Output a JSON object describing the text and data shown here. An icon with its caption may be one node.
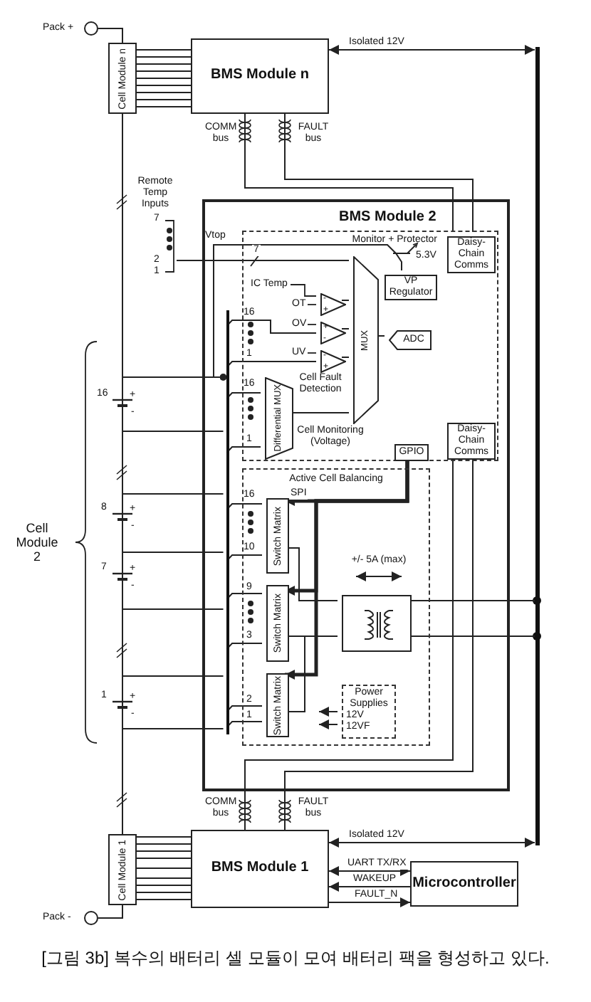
{
  "diagram": {
    "caption": "[그림 3b] 복수의 배터리 셀 모듈이 모여 배터리 팩을 형성하고 있다.",
    "nodes": [
      {
        "text": [],
        "shape": "circle",
        "beside": [
          "Pack +"
        ]
      },
      {
        "text": [
          "Cell Module n"
        ]
      },
      {
        "text": [
          "BMS Module n"
        ]
      },
      {
        "text": [
          "BMS Module 2"
        ]
      },
      {
        "text": [
          "Monitor + Protector"
        ],
        "in": 3
      },
      {
        "text": [
          "Daisy-Chain Comms"
        ],
        "in": 4
      },
      {
        "text": [
          "VP Regulator"
        ],
        "in": 4
      },
      {
        "text": [
          "MUX"
        ],
        "in": 4
      },
      {
        "text": [
          "ADC"
        ],
        "in": 4
      },
      {
        "text": [
          "Differential MUX"
        ],
        "in": 4
      },
      {
        "text": [
          "Daisy-Chain Comms"
        ],
        "in": 4
      },
      {
        "text": [
          "GPIO"
        ],
        "in": 4
      },
      {
        "text": [
          "Active Cell Balancing"
        ],
        "in": 3
      },
      {
        "text": [
          "Switch Matrix"
        ],
        "in": 12
      },
      {
        "text": [
          "Switch Matrix"
        ],
        "in": 12
      },
      {
        "text": [
          "Switch Matrix"
        ],
        "in": 12
      },
      {
        "text": [],
        "shape": "box",
        "in": 12
      },
      {
        "text": [
          "Power Supplies",
          "12V",
          "12VF"
        ],
        "in": 12
      },
      {
        "text": [
          "Cell Module 1"
        ]
      },
      {
        "text": [
          "BMS Module 1"
        ]
      },
      {
        "text": [
          "Microcontroller"
        ]
      },
      {
        "text": [],
        "shape": "circle",
        "beside": [
          "Pack -"
        ]
      },
      {
        "text": [
          "-",
          "+"
        ],
        "in": 4
      },
      {
        "text": [
          "+",
          "-"
        ],
        "in": 4
      },
      {
        "text": [
          "-",
          "+"
        ],
        "in": 4
      },
      {
        "text": [
          "Remote Temp Inputs",
          "7",
          "2",
          "1"
        ]
      },
      {
        "text": [],
        "shape": "bar",
        "in": 3
      },
      {
        "text": [],
        "shape": "bar"
      }
    ],
    "edges": [
      {
        "from": 0,
        "to": 1,
        "arrow": "none"
      },
      {
        "from": 1,
        "to": 2,
        "arrow": "none"
      },
      {
        "from": 2,
        "to": 5,
        "arrow": "none",
        "label": "COMM bus"
      },
      {
        "from": 2,
        "to": 5,
        "arrow": "none",
        "label": "FAULT bus"
      },
      {
        "from": 2,
        "to": 27,
        "arrow": "both",
        "label": "Isolated 12V"
      },
      {
        "from": 19,
        "to": 27,
        "arrow": "both",
        "label": "Isolated 12V"
      },
      {
        "from": 16,
        "to": 27,
        "arrow": "none"
      },
      {
        "from": 16,
        "to": 27,
        "arrow": "none"
      },
      {
        "from": 10,
        "to": 19,
        "arrow": "none",
        "label": "COMM bus"
      },
      {
        "from": 10,
        "to": 19,
        "arrow": "none",
        "label": "FAULT bus"
      },
      {
        "from": 18,
        "to": 19,
        "arrow": "none"
      },
      {
        "from": 21,
        "to": 18,
        "arrow": "none"
      },
      {
        "from": 19,
        "to": 20,
        "arrow": "both",
        "label": "UART TX/RX"
      },
      {
        "from": 20,
        "to": 19,
        "arrow": "to",
        "label": "WAKEUP"
      },
      {
        "from": 19,
        "to": 20,
        "arrow": "to",
        "label": "FAULT_N"
      },
      {
        "from": 11,
        "to": 13,
        "arrow": "to",
        "style": "thick",
        "label": "SPI"
      },
      {
        "from": 11,
        "to": 14,
        "arrow": "to",
        "style": "thick"
      },
      {
        "from": 11,
        "to": 15,
        "arrow": "to",
        "style": "thick"
      },
      {
        "from": 13,
        "to": 16,
        "arrow": "none"
      },
      {
        "from": 14,
        "to": 16,
        "arrow": "none"
      },
      {
        "from": 15,
        "to": 16,
        "arrow": "none"
      },
      {
        "from": 9,
        "to": 7,
        "arrow": "none"
      },
      {
        "from": 22,
        "to": 7,
        "arrow": "none"
      },
      {
        "from": 23,
        "to": 7,
        "arrow": "none"
      },
      {
        "from": 24,
        "to": 7,
        "arrow": "none"
      },
      {
        "from": 8,
        "to": 7,
        "arrow": "none"
      },
      {
        "from": 25,
        "to": 7,
        "arrow": "none",
        "label": "7"
      },
      {
        "from": 17,
        "to": null,
        "arrow": "to"
      },
      {
        "from": 17,
        "to": null,
        "arrow": "to"
      },
      {
        "from": 1,
        "to": 18,
        "arrow": "none"
      },
      {
        "from": 26,
        "to": 6,
        "arrow": "other"
      },
      {
        "from": null,
        "to": 26,
        "arrow": "none"
      },
      {
        "from": null,
        "to": 26,
        "arrow": "none"
      },
      {
        "from": null,
        "to": 26,
        "arrow": "none"
      },
      {
        "from": null,
        "to": 26,
        "arrow": "none"
      },
      {
        "from": null,
        "to": 26,
        "arrow": "none"
      },
      {
        "from": null,
        "to": 26,
        "arrow": "none"
      },
      {
        "from": null,
        "to": 26,
        "arrow": "none"
      },
      {
        "from": 26,
        "to": 23,
        "arrow": "none"
      },
      {
        "from": 26,
        "to": 24,
        "arrow": "none"
      },
      {
        "from": 26,
        "to": 9,
        "arrow": "none"
      },
      {
        "from": 26,
        "to": 9,
        "arrow": "none"
      },
      {
        "from": 26,
        "to": 13,
        "arrow": "none"
      },
      {
        "from": 26,
        "to": 13,
        "arrow": "none"
      },
      {
        "from": 26,
        "to": 14,
        "arrow": "none"
      },
      {
        "from": 26,
        "to": 14,
        "arrow": "none"
      },
      {
        "from": 26,
        "to": 15,
        "arrow": "none"
      },
      {
        "from": 26,
        "to": 15,
        "arrow": "none"
      }
    ],
    "labels": [
      "Vtop",
      "5.3V",
      "IC Temp",
      "OT",
      "OV",
      "UV",
      "Cell Fault Detection",
      "16",
      "1",
      "16",
      "1",
      "Cell Monitoring (Voltage)",
      "16",
      "10",
      "9",
      "3",
      "2",
      "1",
      "+/- 5A (max)",
      "Cell Module 2",
      "16",
      "8",
      "7",
      "1",
      "+",
      "-",
      "+",
      "-",
      "+",
      "-",
      "+",
      "-"
    ]
  }
}
